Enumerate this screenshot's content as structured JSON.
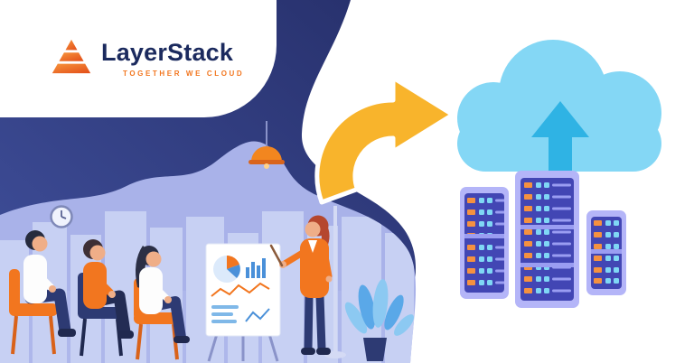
{
  "brand": {
    "name": "LayerStack",
    "tagline": "TOGETHER WE CLOUD"
  },
  "palette": {
    "brand_navy": "#1b2a5e",
    "brand_orange": "#f2761f",
    "logo_orange_light": "#f7953c",
    "logo_orange_dark": "#e4521b",
    "navy_top": "#262f6a",
    "navy_bottom": "#41519e",
    "lavender": "#a9b2e9",
    "skyline": "#c7d0f3",
    "arrow_yellow": "#f8b42c",
    "cloud_blue": "#84d7f5",
    "upload_blue": "#2fb3e4",
    "server_light": "#b4b5f8",
    "server_panel": "#4246b4",
    "led_orange": "#f59140",
    "led_blue": "#7fd7f5",
    "people_orange": "#f2761f",
    "people_navy": "#2d3a73",
    "skin": "#efae88",
    "hair_red": "#b5472e"
  },
  "icons": {
    "logo_mark": "layered-triangle",
    "cloud": "cloud-upload",
    "arrow": "curved-arrow-to-cloud",
    "servers": "server-racks"
  },
  "scene": {
    "description": "Team meeting: presenter at flipchart with charts, audience of three; curved arrow pointing to cloud upload above three server racks"
  }
}
